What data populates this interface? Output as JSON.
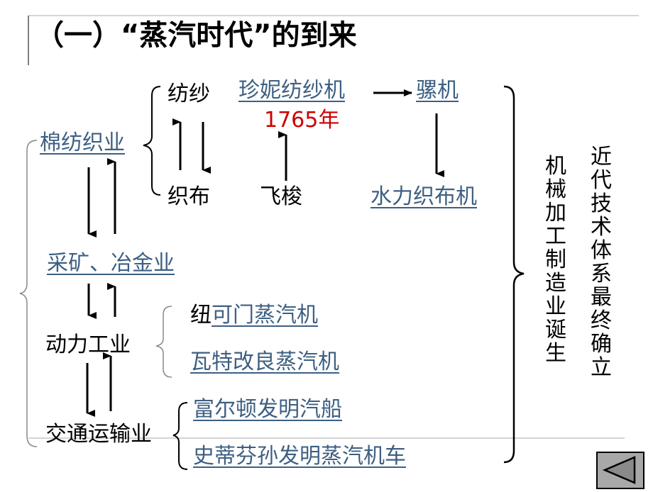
{
  "title": "（一）“蒸汽时代”的到来",
  "spinning": "纺纱",
  "weaving": "织布",
  "jenny": "珍妮纺纱机",
  "jenny_year": "1765年",
  "mule": "骡机",
  "flying_shuttle": "飞梭",
  "power_loom": "水力织布机",
  "cotton_industry": "棉纺织业",
  "mining": "采矿、冶金业",
  "power_industry": "动力工业",
  "newcomen_prefix": "纽",
  "newcomen_link": "可门蒸汽机",
  "watt": "瓦特改良蒸汽机",
  "transport": "交通运输业",
  "fulton": "富尔顿发明汽船",
  "stephenson": "史蒂芬孙发明蒸汽机车",
  "machine_industry": "机械加工制造业诞生",
  "modern_tech": "近代技术体系最终确立",
  "colors": {
    "link": "#3d5f82",
    "year": "#cc0000",
    "nav_fill": "#a8a8a8"
  },
  "icons": {
    "nav": "left-triangle-icon"
  }
}
